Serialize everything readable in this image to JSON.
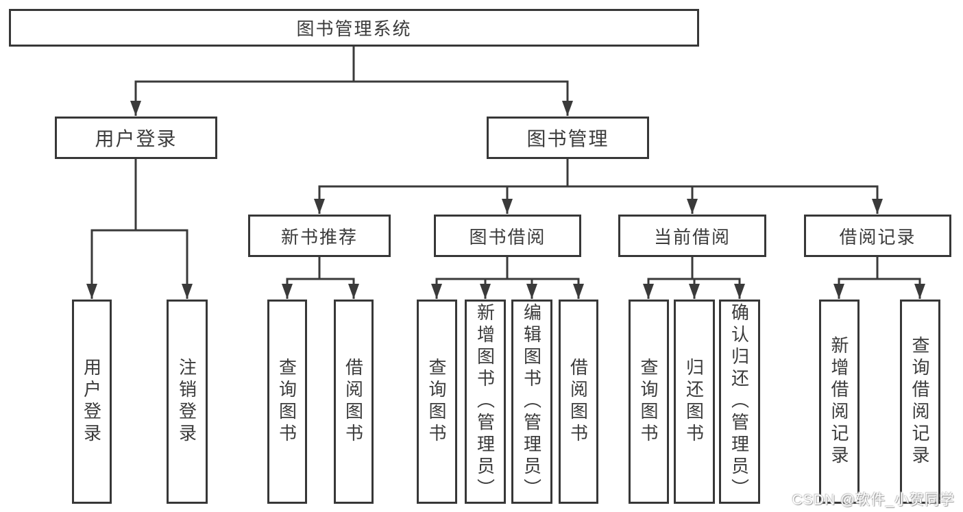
{
  "root": {
    "label": "图书管理系统",
    "children": [
      {
        "label": "用户登录",
        "children": [
          {
            "label": "用户登录"
          },
          {
            "label": "注销登录"
          }
        ]
      },
      {
        "label": "图书管理",
        "children": [
          {
            "label": "新书推荐",
            "children": [
              {
                "label": "查询图书"
              },
              {
                "label": "借阅图书"
              }
            ]
          },
          {
            "label": "图书借阅",
            "children": [
              {
                "label": "查询图书"
              },
              {
                "label": "新增图书（管理员）"
              },
              {
                "label": "编辑图书（管理员）"
              },
              {
                "label": "借阅图书"
              }
            ]
          },
          {
            "label": "当前借阅",
            "children": [
              {
                "label": "查询图书"
              },
              {
                "label": "归还图书"
              },
              {
                "label": "确认归还（管理员）"
              }
            ]
          },
          {
            "label": "借阅记录",
            "children": [
              {
                "label": "新增借阅记录"
              },
              {
                "label": "查询借阅记录"
              }
            ]
          }
        ]
      }
    ]
  },
  "watermark": "CSDN @软件_小贺同学",
  "colors": {
    "line": "#3a3a3a",
    "box_border": "#373737",
    "text": "#3b3b3b",
    "background": "#ffffff",
    "watermark_fill": "#ffffff",
    "watermark_shadow": "#9a9a9a"
  }
}
